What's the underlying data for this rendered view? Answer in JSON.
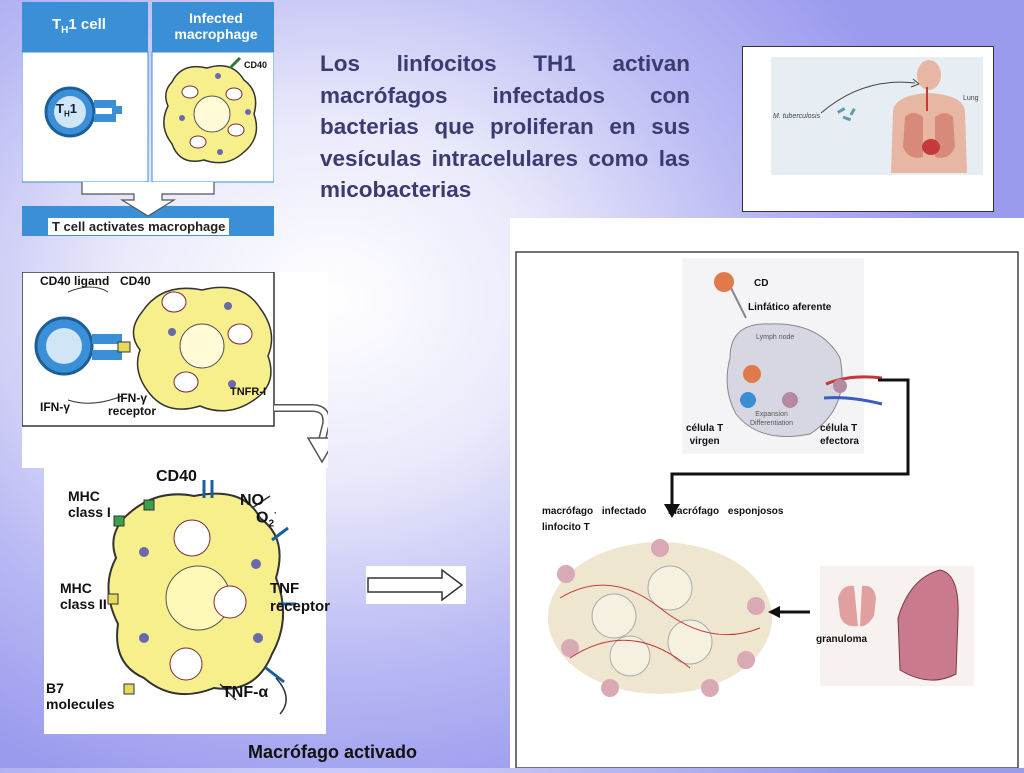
{
  "top_panel": {
    "th1_header": "T",
    "th1_sub": "H",
    "th1_tail": "1 cell",
    "infected_header": "Infected macrophage",
    "cd40": "CD40",
    "th1_cell_label": "T",
    "th1_cell_sub": "H",
    "th1_cell_num": "1",
    "bottom_caption": "T cell activates macrophage"
  },
  "main_text": "Los linfocitos TH1 activan macrófagos infectados con bacterias que proliferan en sus vesículas intracelulares como las micobacterias",
  "tb_image": {
    "organism_label": "M. tuberculosis",
    "organ_label": "Lung"
  },
  "middle_panel": {
    "cd40_ligand": "CD40 ligand",
    "cd40": "CD40",
    "ifn_gamma": "IFN-γ",
    "ifn_receptor_1": "IFN-γ",
    "ifn_receptor_2": "receptor",
    "tnfr": "TNFR-I"
  },
  "activated_panel": {
    "cd40": "CD40",
    "mhc1_a": "MHC",
    "mhc1_b": "class I",
    "mhc2_a": "MHC",
    "mhc2_b": "class II",
    "b7_a": "B7",
    "b7_b": "molecules",
    "no": "NO",
    "o2": "O",
    "tnf_receptor_a": "TNF",
    "tnf_receptor_b": "receptor",
    "tnf_alpha": "TNF-α",
    "caption": "Macrófago activado"
  },
  "granuloma_panel": {
    "cd": "CD",
    "linfatico": "Linfático aferente",
    "lymph_node": "Lymph node",
    "expansion": "Expansion",
    "differentiation": "Differentiation",
    "celula_virgen_1": "célula T",
    "celula_virgen_2": "virgen",
    "celula_efectora_1": "célula T",
    "celula_efectora_2": "efectora",
    "macrofago_infectado": "macrófago infectado",
    "macrofago_esponjosos": "macrófago esponjosos",
    "linfocito_t": "linfocito T",
    "granuloma": "granuloma"
  },
  "colors": {
    "accent_blue": "#3b8fd6",
    "macrophage_yellow": "#f6ef8c",
    "text_navy": "#3b3b72"
  }
}
